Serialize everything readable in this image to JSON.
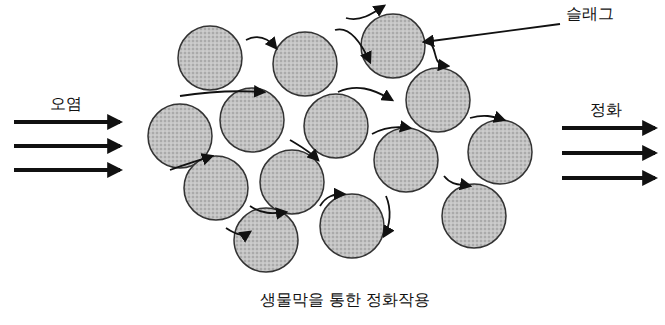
{
  "diagram": {
    "caption": "생물막을 통한 정화작용",
    "labels": [
      "오염",
      "정화",
      "슬래그"
    ]
  }
}
